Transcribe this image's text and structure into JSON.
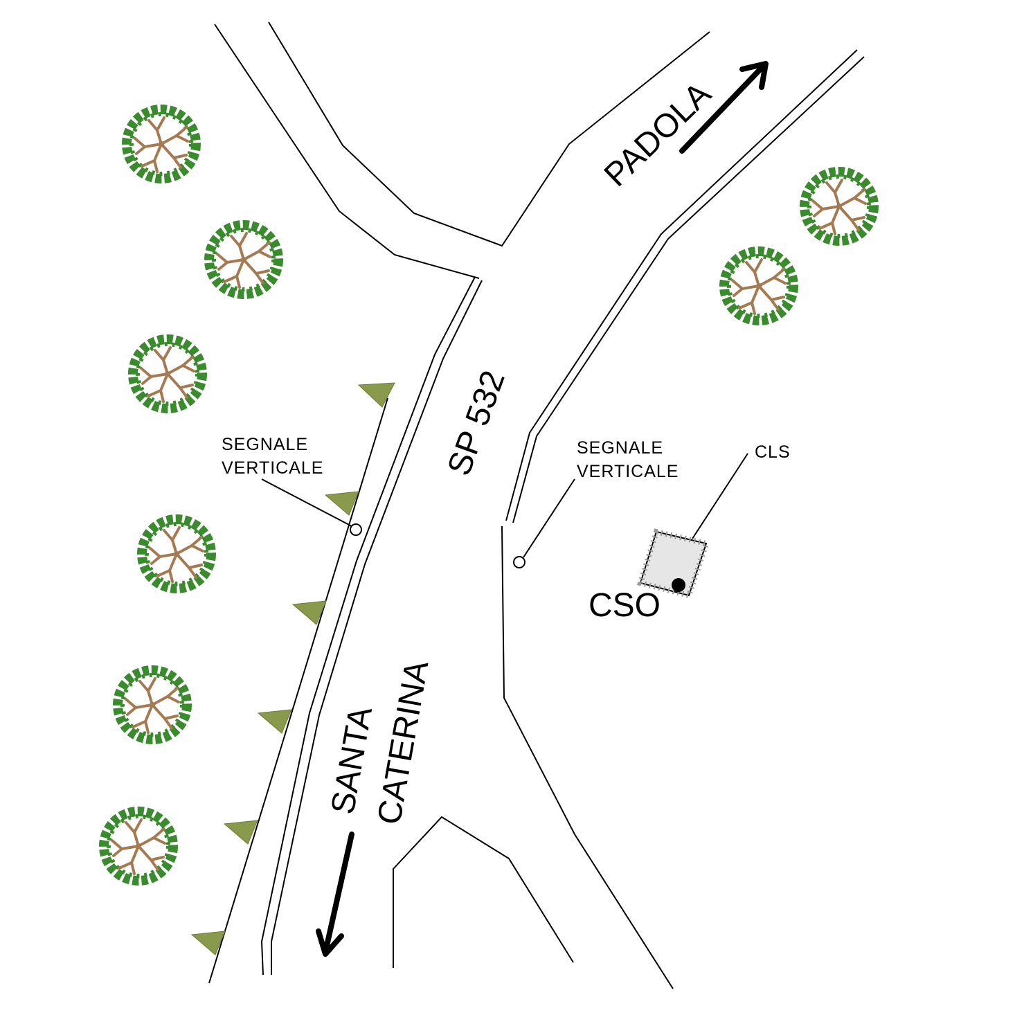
{
  "labels": {
    "padola": "PADOLA",
    "road_name": "SP 532",
    "santa": "SANTA",
    "caterina": "CATERINA",
    "sign_left_line1": "SEGNALE",
    "sign_left_line2": "VERTICALE",
    "sign_right_line1": "SEGNALE",
    "sign_right_line2": "VERTICALE",
    "cls": "CLS",
    "cso": "CSO"
  },
  "colors": {
    "tree_foliage": "#3a8a2e",
    "tree_branches": "#a57a52",
    "bank_triangle": "#8a9a4c",
    "line": "#000000",
    "background": "#ffffff"
  },
  "icons": {
    "tree": "tree-icon",
    "bank": "embankment-triangle-icon",
    "sign": "vertical-sign-icon",
    "manhole": "cso-manhole-icon",
    "direction": "direction-arrow-icon"
  }
}
